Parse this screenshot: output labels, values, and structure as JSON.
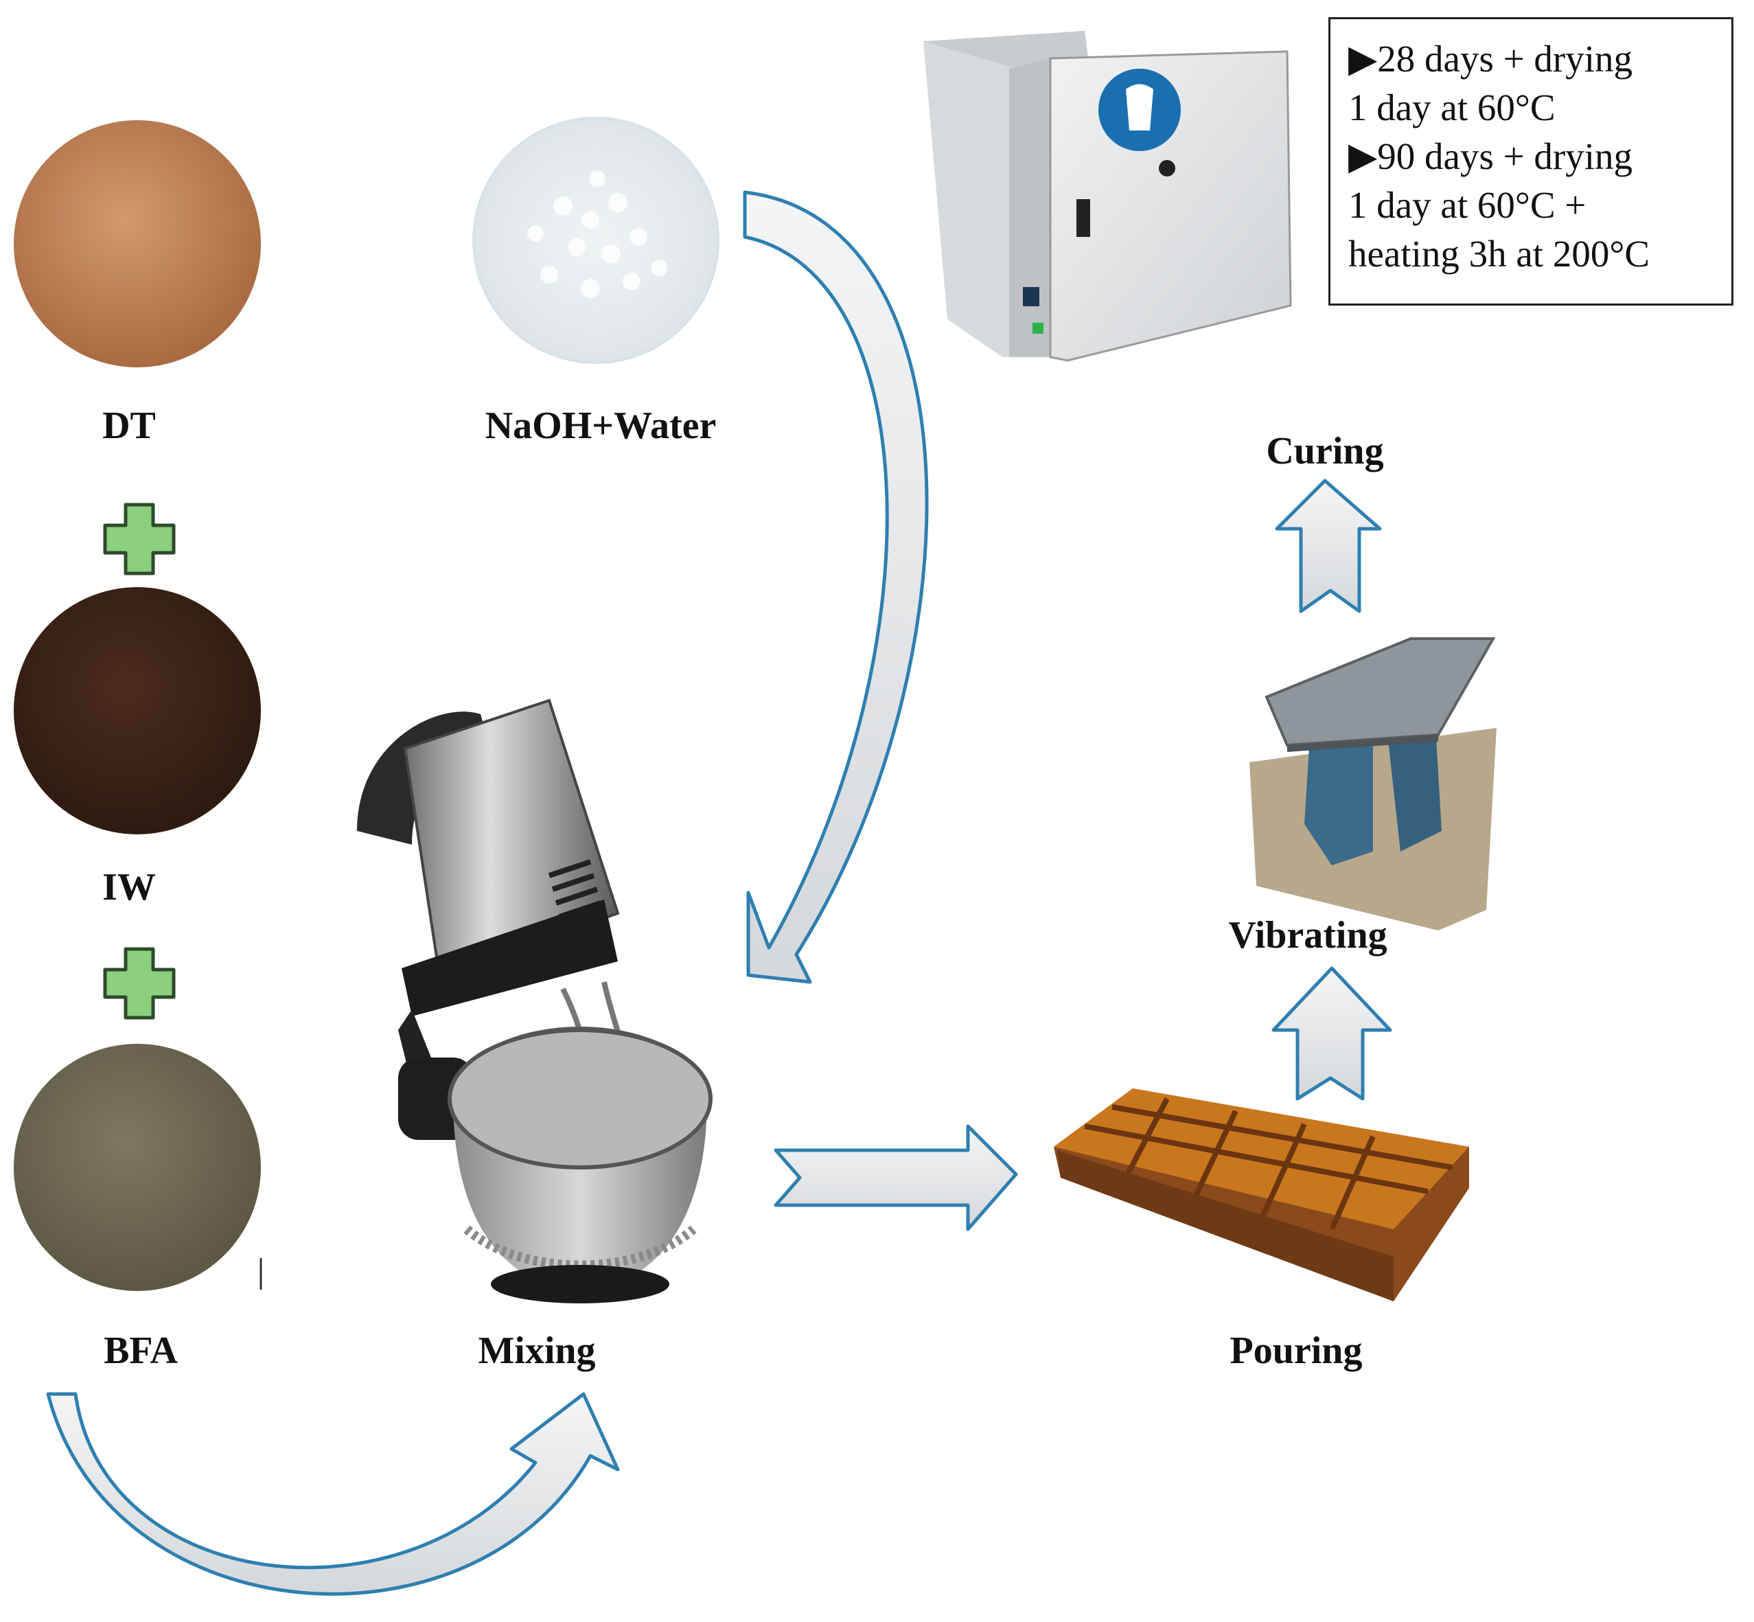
{
  "labels": {
    "dt": "DT",
    "iw": "IW",
    "bfa": "BFA",
    "naoh_water": "NaOH+Water",
    "mixing": "Mixing",
    "pouring": "Pouring",
    "vibrating": "Vibrating",
    "curing": "Curing"
  },
  "curing_note": {
    "line1": "▶28 days + drying",
    "line2": "1 day at 60°C",
    "line3": "▶90 days + drying",
    "line4": "1 day at 60°C +",
    "line5": "heating 3h at 200°C"
  },
  "colors": {
    "arrow_fill": "#e4e6e8",
    "arrow_stroke": "#2f7fb0",
    "plus_fill": "#8ccf7e",
    "dt_powder": "#b97b52",
    "iw_powder": "#3b2418",
    "bfa_powder": "#6f6a52",
    "naoh_pellets": "#e6ecef",
    "mould": "#8a4a1c"
  },
  "icons": [
    "plus-icon",
    "arrow-icon"
  ]
}
